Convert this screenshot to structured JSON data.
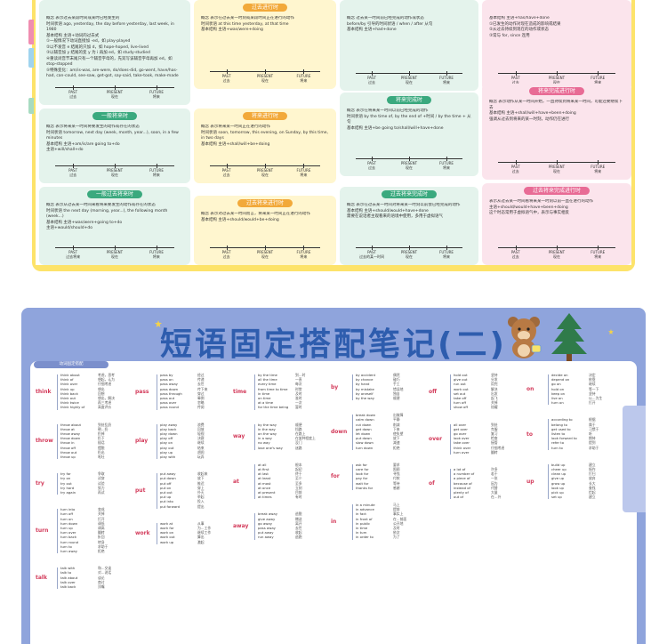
{
  "top_poster": {
    "cards": [
      {
        "id": "c1",
        "title": "",
        "color": "green",
        "text": "概念  表示过去某段时间或某时已经发生的\n时间状语  ago, yesterday, the day before yesterday, last week, in 1980\n基本结构  主语+动词的过去式\n①一般情况下动词直接加 -ed，如 play-played\n②以不发音 e 结尾的只加 d，如 hope-hoped, live-lived\n③以辅音加 y 结尾的变 y 为 i 再加 ed，如 study-studied\n④重读闭音节末尾只有一个辅音字母的，先双写该辅音字母再加 ed，如 stop-stopped\n⑤特殊变化：am/is-was, are-were, do/does-did, go-went, have/has-had, can-could, see-saw, get-got, say-said, take-took, make-made",
        "labels": [
          "PAST",
          "PRESENT",
          "FUTURE"
        ],
        "cn": [
          "过去",
          "现在",
          "将来"
        ]
      },
      {
        "id": "c2",
        "title": "一般将来时",
        "color": "green",
        "text": "概念  表示将来某一时间将要发生的动作或存在的状态\n时间状语  tomorrow, next day (week, month, year...), soon, in a few minutes\n基本结构  主语+am/is/are going to+do\n主语+will/shall+do",
        "labels": [
          "PAST",
          "PRESENT",
          "FUTURE"
        ],
        "cn": [
          "过去",
          "现在",
          "将来"
        ]
      },
      {
        "id": "c3",
        "title": "一般过去将来时",
        "color": "green",
        "text": "概念  表示从过去某一时间来看将来要发生的动作或存在的状态\n时间状语  the next day (morning, year...), the following month (week...)\n基本结构  主语+was/were+going to+do\n主语+would/should+do",
        "labels": [
          "PAST",
          "PRESENT",
          "FUTURE"
        ],
        "cn": [
          "过去将来",
          "现在",
          "将来"
        ]
      },
      {
        "id": "c4",
        "title": "过去进行时",
        "color": "yellow",
        "text": "概念  表示在过去某一时刻或某段时间正在进行的动作\n时间状语  at this time yesterday, at that time\n基本结构  主语+was/were+doing",
        "labels": [
          "PAST",
          "PRESENT",
          "FUTURE"
        ],
        "cn": [
          "过去",
          "现在",
          "将来"
        ]
      },
      {
        "id": "c5",
        "title": "将来进行时",
        "color": "yellow",
        "text": "概念  表示将来某一时间正在进行的动作\n时间状语  soon, tomorrow, this evening, on Sunday, by this time, in two days\n基本结构  主语+shall/will+be+doing",
        "labels": [
          "PAST",
          "PRESENT",
          "FUTURE"
        ],
        "cn": [
          "过去",
          "现在",
          "将来"
        ]
      },
      {
        "id": "c6",
        "title": "过去将来进行时",
        "color": "yellow",
        "text": "概念  表示对过去某一时间而言，将来某一时间正在进行的动作\n基本结构  主语+should/would+be+doing",
        "labels": [
          "PAST",
          "PRESENT",
          "FUTURE"
        ],
        "cn": [
          "过去",
          "现在",
          "将来"
        ]
      },
      {
        "id": "c7",
        "title": "",
        "color": "green",
        "text": "概念  过去某一时间前已经完成的动作或状态\nbefore/by 引导的时间状语 / when / after 从句\n基本结构  主语+had+done",
        "labels": [
          "PAST",
          "PRESENT",
          "FUTURE"
        ],
        "cn": [
          "过去",
          "现在",
          "将来"
        ]
      },
      {
        "id": "c8",
        "title": "将来完成时",
        "color": "green",
        "text": "概念  表示在将来某一时间以前已经完成的动作\n时间状语  by the time of, by the end of +时间 / by the time + 从句\n基本结构  主语+be going to/shall/will+have+done",
        "labels": [
          "PAST",
          "PRESENT",
          "FUTURE"
        ],
        "cn": [
          "过去",
          "现在",
          "将来"
        ]
      },
      {
        "id": "c9",
        "title": "过去将来完成时",
        "color": "green",
        "text": "概念  表示在过去某一时间对将来某一时刻以前会已经完成的动作\n基本结构  主语+should/would+have+done\n需要在说话者主观看来的语境中使用，多用于虚拟语气",
        "labels": [
          "PAST",
          "PRESENT",
          "FUTURE"
        ],
        "cn": [
          "过去的某一时间",
          "现在",
          "将来"
        ]
      },
      {
        "id": "c10",
        "title": "",
        "color": "pink",
        "text": "基本结构  主语+has/have+done\n①已发生的动作对现在造成的影响或结果\n②从过去持续到现在的动作或状态\n③常与 for, since 连用",
        "labels": [
          "PAST",
          "PRESENT",
          "FUTURE"
        ],
        "cn": [
          "过去",
          "现在",
          "将来"
        ]
      },
      {
        "id": "c11",
        "title": "将来完成进行时",
        "color": "pink",
        "text": "概念  表示动作从某一时间开始，一直持续到将来某一时间，可能还要继续下去\n基本结构  主语+shall/will+have+been+doing\n强调从过去到将来的某一时刻，动作仍在进行",
        "labels": [
          "PAST",
          "PRESENT",
          "FUTURE"
        ],
        "cn": [
          "过去",
          "现在",
          "将来"
        ]
      },
      {
        "id": "c12",
        "title": "过去将来完成进行时",
        "color": "pink",
        "text": "表示从过去某一时间看将来某一时刻以前一直在进行的动作\n主语+should/would+have+been+doing\n这个时态常用于虚拟语气中，表示与事实相反",
        "labels": [
          "PAST",
          "PRESENT",
          "FUTURE"
        ],
        "cn": [
          "过去",
          "现在",
          "将来"
        ]
      }
    ]
  },
  "phrase_poster": {
    "title": "短语固定搭配笔记(二)",
    "col1_header": "动词固定搭配",
    "groups": [
      {
        "col": 0,
        "verb": "think",
        "phrases": [
          "think about",
          "think of",
          "think over",
          "think up",
          "think back",
          "think out",
          "think twice",
          "think highly of"
        ],
        "meanings": [
          "考虑，思考",
          "想起，认为",
          "仔细考虑",
          "想出",
          "回想",
          "想出，解决",
          "再三考虑",
          "高度评价"
        ]
      },
      {
        "col": 0,
        "verb": "throw",
        "phrases": [
          "throw about",
          "throw at",
          "throw away",
          "throw down",
          "throw in",
          "throw off",
          "throw out",
          "throw up"
        ],
        "meanings": [
          "到处乱扔",
          "朝…扔",
          "扔掉",
          "扔下",
          "插话",
          "摆脱",
          "扔出",
          "呕吐"
        ]
      },
      {
        "col": 0,
        "verb": "try",
        "phrases": [
          "try for",
          "try on",
          "try out",
          "try hard",
          "try again"
        ],
        "meanings": [
          "争取",
          "试穿",
          "试验",
          "努力",
          "再试"
        ]
      },
      {
        "col": 0,
        "verb": "turn",
        "phrases": [
          "turn into",
          "turn off",
          "turn on",
          "turn down",
          "turn up",
          "turn over",
          "turn back",
          "turn round",
          "turn to",
          "turn away"
        ],
        "meanings": [
          "变成",
          "关掉",
          "打开",
          "调低",
          "调高",
          "翻转",
          "折回",
          "转身",
          "求助于",
          "拒绝"
        ]
      },
      {
        "col": 0,
        "verb": "talk",
        "phrases": [
          "talk with",
          "talk to",
          "talk about",
          "talk over",
          "talk back"
        ],
        "meanings": [
          "和…交谈",
          "对…说话",
          "谈论",
          "商讨",
          "顶嘴"
        ]
      },
      {
        "col": 1,
        "verb": "pass",
        "phrases": [
          "pass by",
          "pass on",
          "pass away",
          "pass down",
          "pass through",
          "pass out",
          "pass over",
          "pass round"
        ],
        "meanings": [
          "经过",
          "传递",
          "去世",
          "传下来",
          "穿过",
          "晕倒",
          "忽略",
          "传阅"
        ]
      },
      {
        "col": 1,
        "verb": "play",
        "phrases": [
          "play away",
          "play back",
          "play down",
          "play off",
          "play on",
          "play out",
          "play up",
          "play with"
        ],
        "meanings": [
          "浪费",
          "回放",
          "轻视",
          "决赛",
          "继续",
          "结束",
          "胡闹",
          "玩弄"
        ]
      },
      {
        "col": 1,
        "verb": "put",
        "phrases": [
          "put away",
          "put down",
          "put off",
          "put on",
          "put out",
          "put up",
          "put into",
          "put forward"
        ],
        "meanings": [
          "收起来",
          "放下",
          "推迟",
          "穿上",
          "扑灭",
          "举起",
          "投入",
          "提出"
        ]
      },
      {
        "col": 1,
        "verb": "work",
        "phrases": [
          "work at",
          "work for",
          "work on",
          "work out",
          "work up"
        ],
        "meanings": [
          "从事",
          "为…工作",
          "继续工作",
          "算出",
          "激起"
        ]
      },
      {
        "col": 2,
        "verb": "time",
        "phrases": [
          "by the time",
          "all the time",
          "every time",
          "from time to time",
          "in time",
          "on time",
          "at a time",
          "for the time being"
        ],
        "meanings": [
          "到…时",
          "一直",
          "每次",
          "时常",
          "及时",
          "准时",
          "一次",
          "暂时"
        ]
      },
      {
        "col": 2,
        "verb": "way",
        "phrases": [
          "by the way",
          "in the way",
          "on the way",
          "in a way",
          "no way",
          "lose one's way"
        ],
        "meanings": [
          "顺便",
          "挡路",
          "在路上",
          "在某种程度上",
          "没门",
          "迷路"
        ]
      },
      {
        "col": 2,
        "verb": "at",
        "phrases": [
          "at all",
          "at first",
          "at last",
          "at least",
          "at most",
          "at once",
          "at present",
          "at times"
        ],
        "meanings": [
          "根本",
          "起初",
          "终于",
          "至少",
          "至多",
          "立刻",
          "目前",
          "有时"
        ]
      },
      {
        "col": 2,
        "verb": "away",
        "phrases": [
          "break away",
          "give away",
          "go away",
          "pass away",
          "put away",
          "run away"
        ],
        "meanings": [
          "逃脱",
          "赠送",
          "离开",
          "去世",
          "收起",
          "逃跑"
        ]
      },
      {
        "col": 3,
        "verb": "by",
        "phrases": [
          "by accident",
          "by chance",
          "by hand",
          "by mistake",
          "by oneself",
          "by the way"
        ],
        "meanings": [
          "偶然",
          "碰巧",
          "手工",
          "错误地",
          "独自",
          "顺便"
        ]
      },
      {
        "col": 3,
        "verb": "down",
        "phrases": [
          "break down",
          "calm down",
          "cut down",
          "get down",
          "let down",
          "put down",
          "slow down",
          "turn down"
        ],
        "meanings": [
          "出故障",
          "平静",
          "削减",
          "下来",
          "使失望",
          "放下",
          "减速",
          "拒绝"
        ]
      },
      {
        "col": 3,
        "verb": "for",
        "phrases": [
          "ask for",
          "care for",
          "look for",
          "pay for",
          "wait for",
          "thanks for"
        ],
        "meanings": [
          "要求",
          "照顾",
          "寻找",
          "付款",
          "等待",
          "感谢"
        ]
      },
      {
        "col": 3,
        "verb": "in",
        "phrases": [
          "in a minute",
          "in advance",
          "in fact",
          "in front of",
          "in public",
          "in time",
          "in turn",
          "in order to"
        ],
        "meanings": [
          "马上",
          "提前",
          "事实上",
          "在…前面",
          "公开地",
          "及时",
          "依次",
          "为了"
        ]
      },
      {
        "col": 4,
        "verb": "off",
        "phrases": [
          "hold out",
          "give out",
          "run out",
          "work out",
          "set out",
          "take off",
          "turn off",
          "show off"
        ],
        "meanings": [
          "坚持",
          "分发",
          "用完",
          "解决",
          "出发",
          "起飞",
          "关掉",
          "炫耀"
        ]
      },
      {
        "col": 4,
        "verb": "over",
        "phrases": [
          "all over",
          "get over",
          "go over",
          "look over",
          "take over",
          "think over",
          "turn over"
        ],
        "meanings": [
          "到处",
          "克服",
          "复习",
          "检查",
          "接管",
          "仔细考虑",
          "翻转"
        ]
      },
      {
        "col": 4,
        "verb": "of",
        "phrases": [
          "a lot of",
          "a number of",
          "a piece of",
          "because of",
          "instead of",
          "plenty of",
          "out of"
        ],
        "meanings": [
          "许多",
          "若干",
          "一张",
          "因为",
          "代替",
          "大量",
          "在…外"
        ]
      },
      {
        "col": 5,
        "verb": "on",
        "phrases": [
          "decide on",
          "depend on",
          "go on",
          "hold on",
          "keep on",
          "live on",
          "turn on"
        ],
        "meanings": [
          "决定",
          "依靠",
          "继续",
          "等一下",
          "坚持",
          "以…为生",
          "打开"
        ]
      },
      {
        "col": 5,
        "verb": "to",
        "phrases": [
          "according to",
          "belong to",
          "get used to",
          "listen to",
          "look forward to",
          "refer to",
          "turn to"
        ],
        "meanings": [
          "根据",
          "属于",
          "习惯于",
          "听",
          "期待",
          "提到",
          "求助于"
        ]
      },
      {
        "col": 5,
        "verb": "up",
        "phrases": [
          "build up",
          "cheer up",
          "clean up",
          "give up",
          "grow up",
          "look up",
          "pick up",
          "set up"
        ],
        "meanings": [
          "建立",
          "振作",
          "打扫",
          "放弃",
          "长大",
          "查找",
          "捡起",
          "建立"
        ]
      }
    ]
  }
}
